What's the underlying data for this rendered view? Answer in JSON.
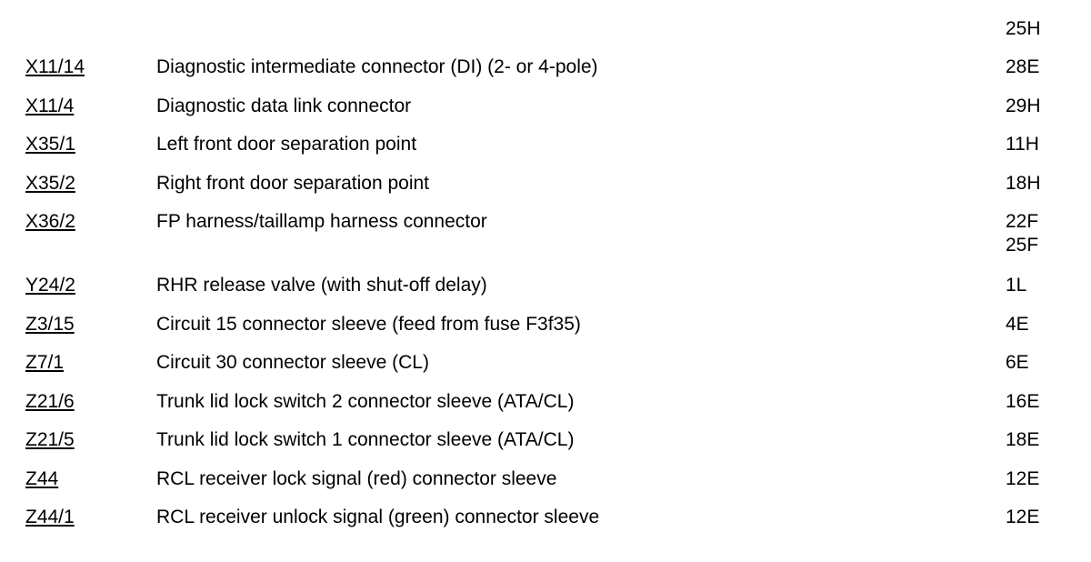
{
  "top_ref": "25H",
  "rows": [
    {
      "code": "X11/14",
      "desc": "Diagnostic intermediate connector (DI) (2- or 4-pole)",
      "refs": [
        "28E"
      ]
    },
    {
      "code": "X11/4",
      "desc": "Diagnostic data link connector",
      "refs": [
        "29H"
      ]
    },
    {
      "code": "X35/1",
      "desc": "Left front door separation point",
      "refs": [
        "11H"
      ]
    },
    {
      "code": "X35/2",
      "desc": "Right front door separation point",
      "refs": [
        "18H"
      ]
    },
    {
      "code": "X36/2",
      "desc": "FP harness/taillamp harness connector",
      "refs": [
        "22F",
        "25F"
      ]
    },
    {
      "code": "Y24/2",
      "desc": "RHR release valve (with shut-off delay)",
      "refs": [
        "1L"
      ]
    },
    {
      "code": "Z3/15",
      "desc": "Circuit 15 connector sleeve (feed from fuse F3f35)",
      "refs": [
        "4E"
      ]
    },
    {
      "code": "Z7/1",
      "desc": "Circuit 30 connector sleeve (CL)",
      "refs": [
        "6E"
      ]
    },
    {
      "code": "Z21/6",
      "desc": "Trunk lid lock switch 2 connector sleeve (ATA/CL)",
      "refs": [
        "16E"
      ]
    },
    {
      "code": "Z21/5",
      "desc": "Trunk lid lock switch 1 connector sleeve (ATA/CL)",
      "refs": [
        "18E"
      ]
    },
    {
      "code": "Z44",
      "desc": "RCL receiver lock signal (red) connector sleeve",
      "refs": [
        "12E"
      ]
    },
    {
      "code": "Z44/1",
      "desc": "RCL receiver unlock signal (green) connector sleeve",
      "refs": [
        "12E"
      ]
    }
  ]
}
